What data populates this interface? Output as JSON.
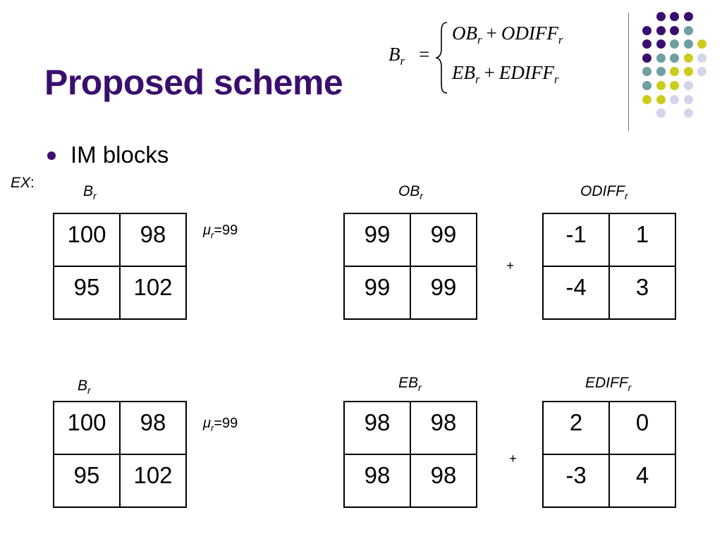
{
  "slide": {
    "title": "Proposed scheme",
    "bullet": "IM blocks",
    "example_label": "EX",
    "example_colon": ":"
  },
  "formula": {
    "lhs": "B",
    "lhs_sub": "r",
    "eq": "=",
    "line1": {
      "a": "OB",
      "a_sub": "r",
      "op": "+",
      "b": "ODIFF",
      "b_sub": "r"
    },
    "line2": {
      "a": "EB",
      "a_sub": "r",
      "op": "+",
      "b": "EDIFF",
      "b_sub": "r"
    }
  },
  "top_row": {
    "block": {
      "label": "B",
      "label_sub": "r",
      "cells": [
        "100",
        "98",
        "95",
        "102"
      ]
    },
    "mean": {
      "mu": "μ",
      "mu_sub": "r",
      "eq_value": "=99"
    },
    "base": {
      "label": "OB",
      "label_sub": "r",
      "cells": [
        "99",
        "99",
        "99",
        "99"
      ]
    },
    "plus": "+",
    "diff": {
      "label": "ODIFF",
      "label_sub": "r",
      "cells": [
        "-1",
        "1",
        "-4",
        "3"
      ]
    }
  },
  "bottom_row": {
    "block": {
      "label": "B",
      "label_sub": "r",
      "cells": [
        "100",
        "98",
        "95",
        "102"
      ]
    },
    "mean": {
      "mu": "μ",
      "mu_sub": "r",
      "eq_value": "=99"
    },
    "base": {
      "label": "EB",
      "label_sub": "r",
      "cells": [
        "98",
        "98",
        "98",
        "98"
      ]
    },
    "plus": "+",
    "diff": {
      "label": "EDIFF",
      "label_sub": "r",
      "cells": [
        "2",
        "0",
        "-3",
        "4"
      ]
    }
  },
  "decor_colors": {
    "purple": "#3a0e6e",
    "teal": "#6f9fa0",
    "lime": "#cccc1e",
    "lavender": "#d6d4ea"
  }
}
